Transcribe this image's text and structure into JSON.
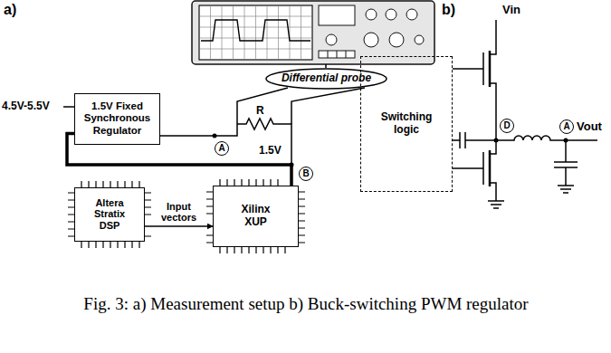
{
  "diagram": {
    "caption": "Fig. 3: a) Measurement setup b) Buck-switching PWM regulator",
    "nodes": [
      {
        "text": [
          "Differential probe"
        ]
      },
      {
        "text": [
          "1.5V Fixed Synchronous Regulator"
        ]
      },
      {
        "text": [
          "Altera Stratix DSP"
        ]
      },
      {
        "text": [
          "Xilinx XUP"
        ]
      },
      {
        "text": [
          "Switching logic"
        ]
      }
    ],
    "edges": [
      {
        "from": 1,
        "to": 3,
        "arrow": "none"
      },
      {
        "from": 2,
        "to": 3,
        "label": "Input vectors",
        "arrow": "to"
      }
    ],
    "labels": [
      "a)",
      "4.5V-5.5V",
      "R",
      "A",
      "1.5V",
      "B",
      "b)",
      "Vin",
      "D",
      "A",
      "Vout"
    ]
  }
}
